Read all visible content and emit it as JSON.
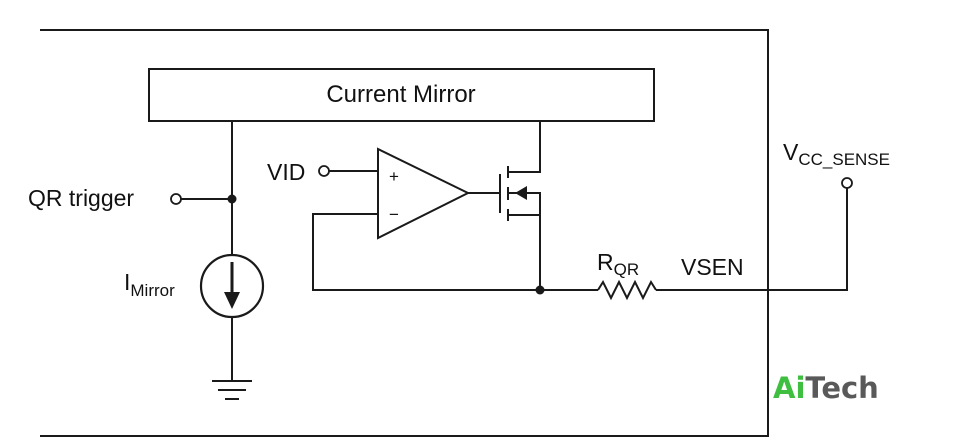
{
  "diagram": {
    "block_label": "Current Mirror",
    "labels": {
      "qr_trigger": "QR trigger",
      "vid": "VID",
      "i_mirror_main": "I",
      "i_mirror_sub": "Mirror",
      "r_qr_main": "R",
      "r_qr_sub": "QR",
      "vsen": "VSEN",
      "vcc_sense_main": "V",
      "vcc_sense_sub": "CC_SENSE",
      "opamp_plus": "+",
      "opamp_minus": "−"
    }
  },
  "watermark": {
    "part1": "Ai",
    "part2": "Tech",
    "color1": "#3fbf3f",
    "color2": "#595959"
  }
}
